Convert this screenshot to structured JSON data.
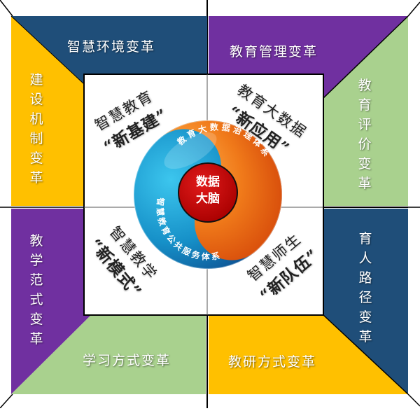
{
  "diagram": {
    "colors": {
      "navy": "#1F4E79",
      "purple": "#7030A0",
      "yellow": "#FFC000",
      "green": "#A9D18E",
      "orange": "#F07A1A",
      "cyan": "#1BA3D6",
      "core_red": "#C00000"
    },
    "outer_bands": {
      "top_left": "智慧环境变革",
      "top_right": "教育管理变革",
      "bottom_left": "学习方式变革",
      "bottom_right": "教研方式变革",
      "left_top": [
        "建",
        "设",
        "机",
        "制",
        "变",
        "革"
      ],
      "left_bottom": [
        "教",
        "学",
        "范",
        "式",
        "变",
        "革"
      ],
      "right_top": [
        "教",
        "育",
        "评",
        "价",
        "变",
        "革"
      ],
      "right_bottom": [
        "育",
        "人",
        "路",
        "径",
        "变",
        "革"
      ]
    },
    "quadrants": {
      "top_left": {
        "line1": "智慧教育",
        "line2": "“新基建”"
      },
      "top_right": {
        "line1": "教育大数据",
        "line2": "“新应用”"
      },
      "bottom_left": {
        "line1": "智慧教学",
        "line2": "“新模式”"
      },
      "bottom_right": {
        "line1": "智慧师生",
        "line2": "“新队伍”"
      }
    },
    "center": {
      "core_line1": "数据",
      "core_line2": "大脑",
      "orange_arc": "教育大数据治理体系",
      "blue_arc": "智慧教育公共服务体系"
    }
  }
}
